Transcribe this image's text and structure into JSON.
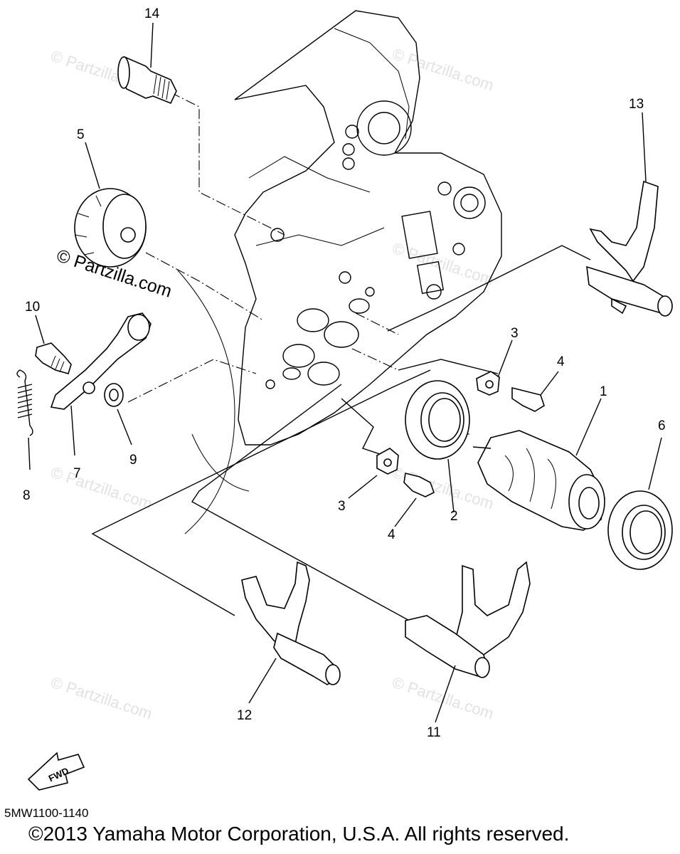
{
  "callouts": {
    "c1": "1",
    "c2": "2",
    "c3a": "3",
    "c3b": "3",
    "c4a": "4",
    "c4b": "4",
    "c5": "5",
    "c6": "6",
    "c7": "7",
    "c8": "8",
    "c9": "9",
    "c10": "10",
    "c11": "11",
    "c12": "12",
    "c13": "13",
    "c14": "14"
  },
  "watermark": "© Partzilla.com",
  "fwd_label": "FWD",
  "diagram_code": "5MW1100-1140",
  "copyright": "©2013 Yamaha Motor Corporation, U.S.A. All rights reserved.",
  "colors": {
    "ink": "#000000",
    "watermark": "#e2e2e2",
    "background": "#ffffff"
  }
}
